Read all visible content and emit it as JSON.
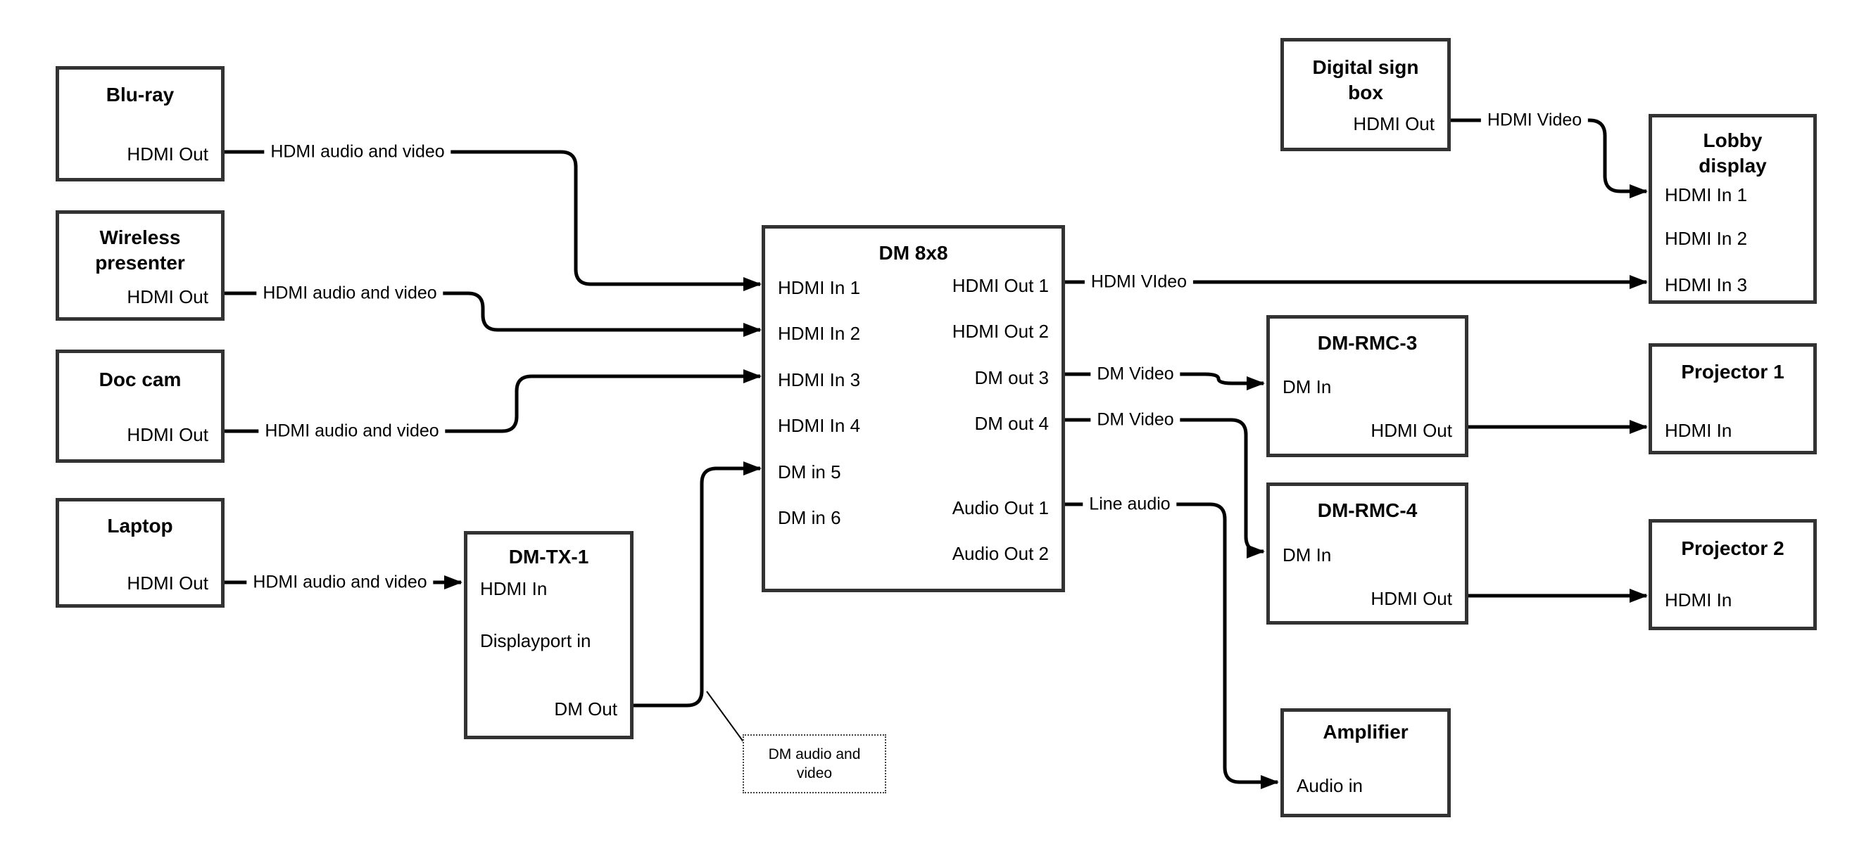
{
  "nodes": {
    "bluray": {
      "title": "Blu-ray",
      "ports": [
        "HDMI Out"
      ]
    },
    "wireless": {
      "title": "Wireless presenter",
      "ports": [
        "HDMI Out"
      ]
    },
    "doccam": {
      "title": "Doc cam",
      "ports": [
        "HDMI Out"
      ]
    },
    "laptop": {
      "title": "Laptop",
      "ports": [
        "HDMI Out"
      ]
    },
    "dmtx1": {
      "title": "DM-TX-1",
      "ports": [
        "HDMI In",
        "Displayport in",
        "DM Out"
      ]
    },
    "dm8x8": {
      "title": "DM 8x8",
      "inputs": [
        "HDMI In 1",
        "HDMI In 2",
        "HDMI In 3",
        "HDMI In 4",
        "DM in 5",
        "DM in 6"
      ],
      "outputs": [
        "HDMI Out 1",
        "HDMI Out 2",
        "DM out 3",
        "DM out 4",
        "Audio Out 1",
        "Audio Out 2"
      ]
    },
    "digitalsign": {
      "title": "Digital sign box",
      "ports": [
        "HDMI Out"
      ]
    },
    "lobby": {
      "title": "Lobby display",
      "ports": [
        "HDMI In 1",
        "HDMI In 2",
        "HDMI In 3"
      ]
    },
    "dmrmc3": {
      "title": "DM-RMC-3",
      "ports": [
        "DM In",
        "HDMI Out"
      ]
    },
    "projector1": {
      "title": "Projector 1",
      "ports": [
        "HDMI In"
      ]
    },
    "dmrmc4": {
      "title": "DM-RMC-4",
      "ports": [
        "DM In",
        "HDMI Out"
      ]
    },
    "projector2": {
      "title": "Projector 2",
      "ports": [
        "HDMI In"
      ]
    },
    "amplifier": {
      "title": "Amplifier",
      "ports": [
        "Audio in"
      ]
    }
  },
  "edges": [
    {
      "from": "Blu-ray HDMI Out",
      "to": "DM 8x8 HDMI In 1",
      "label": "HDMI audio and video"
    },
    {
      "from": "Wireless presenter HDMI Out",
      "to": "DM 8x8 HDMI In 2",
      "label": "HDMI audio and video"
    },
    {
      "from": "Doc cam HDMI Out",
      "to": "DM 8x8 HDMI In 3",
      "label": "HDMI audio and video"
    },
    {
      "from": "Laptop HDMI Out",
      "to": "DM-TX-1 HDMI In",
      "label": "HDMI audio and video"
    },
    {
      "from": "DM-TX-1 DM Out",
      "to": "DM 8x8 DM in 5",
      "label": ""
    },
    {
      "from": "DM 8x8 HDMI Out 1",
      "to": "Lobby display HDMI In 3",
      "label": "HDMI VIdeo"
    },
    {
      "from": "Digital sign box HDMI Out",
      "to": "Lobby display HDMI In 1",
      "label": "HDMI Video"
    },
    {
      "from": "DM 8x8 DM out 3",
      "to": "DM-RMC-3 DM In",
      "label": "DM Video"
    },
    {
      "from": "DM 8x8 DM out 4",
      "to": "DM-RMC-4 DM In",
      "label": "DM Video"
    },
    {
      "from": "DM 8x8 Audio Out 1",
      "to": "Amplifier Audio in",
      "label": "Line audio"
    },
    {
      "from": "DM-RMC-3 HDMI Out",
      "to": "Projector 1 HDMI In",
      "label": ""
    },
    {
      "from": "DM-RMC-4 HDMI Out",
      "to": "Projector 2 HDMI In",
      "label": ""
    }
  ],
  "callout": {
    "text": "DM audio and video"
  },
  "colors": {
    "background": "#ffffff",
    "box_border": "#333333",
    "wire": "#000000",
    "text": "#000000"
  }
}
